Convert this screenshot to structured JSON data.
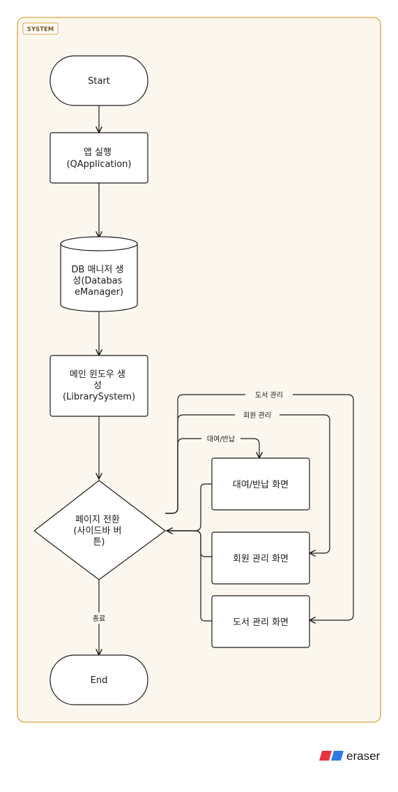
{
  "group": {
    "label": "SYSTEM"
  },
  "nodes": {
    "start": {
      "lines": [
        "Start"
      ]
    },
    "app": {
      "lines": [
        "앱 실행",
        "(QApplication)"
      ]
    },
    "db": {
      "lines": [
        "DB 매니저 생",
        "성(Databas",
        "eManager)"
      ]
    },
    "main": {
      "lines": [
        "메인 윈도우 생",
        "성",
        "(LibrarySystem)"
      ]
    },
    "switch": {
      "lines": [
        "페이지 전환",
        "(사이드바 버",
        "튼)"
      ]
    },
    "loan": {
      "lines": [
        "대여/반납 화면"
      ]
    },
    "member": {
      "lines": [
        "회원 관리 화면"
      ]
    },
    "book": {
      "lines": [
        "도서 관리 화면"
      ]
    },
    "end": {
      "lines": [
        "End"
      ]
    }
  },
  "edges": {
    "loan": "대여/반납",
    "member": "회원 관리",
    "book": "도서 관리",
    "end": "종료"
  },
  "brand": {
    "name": "eraser"
  },
  "colors": {
    "group_border": "#d9a441",
    "group_fill": "#fbf7ee",
    "stroke": "#1a1a1a",
    "node_fill": "#ffffff",
    "brand_red": "#e8323c",
    "brand_blue": "#2c7be5"
  }
}
